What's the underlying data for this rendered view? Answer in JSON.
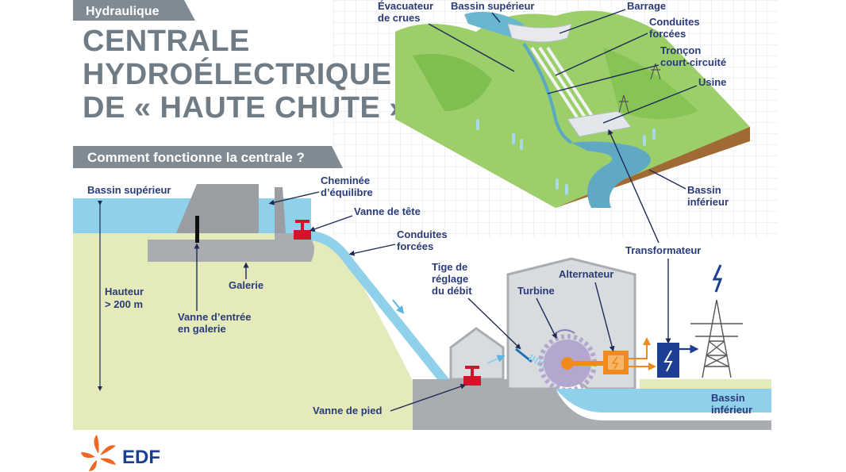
{
  "header": {
    "category": "Hydraulique",
    "title_lines": [
      "CENTRALE",
      "HYDROÉLECTRIQUE",
      "DE « HAUTE CHUTE »"
    ]
  },
  "section": {
    "title": "Comment fonctionne la centrale ?"
  },
  "landscape_labels": {
    "evacuateur": [
      "Évacuateur",
      "de crues"
    ],
    "bassin_superieur": "Bassin supérieur",
    "barrage": "Barrage",
    "conduites_forcees": [
      "Conduites",
      "forcées"
    ],
    "troncon": [
      "Tronçon",
      "court-circuité"
    ],
    "usine": "Usine",
    "bassin_inferieur": [
      "Bassin",
      "inférieur"
    ]
  },
  "schema_labels": {
    "bassin_superieur": "Bassin supérieur",
    "cheminee": [
      "Cheminée",
      "d’équilibre"
    ],
    "vanne_tete": "Vanne de tête",
    "conduites_forcees": [
      "Conduites",
      "forcées"
    ],
    "galerie": "Galerie",
    "hauteur": [
      "Hauteur",
      "> 200 m"
    ],
    "vanne_entree": [
      "Vanne d’entrée",
      "en galerie"
    ],
    "tige": [
      "Tige de",
      "réglage",
      "du débit"
    ],
    "turbine": "Turbine",
    "alternateur": "Alternateur",
    "transformateur": "Transformateur",
    "vanne_pied": "Vanne de pied",
    "bassin_inferieur": [
      "Bassin",
      "inférieur"
    ]
  },
  "logo": {
    "brand": "EDF"
  },
  "colors": {
    "navy": "#2a3b7a",
    "tab_gray": "#7f8a93",
    "water": "#8fd0ea",
    "grass": "#e4eab9",
    "concrete": "#a9adb1",
    "red_valve": "#d3132a",
    "orange": "#f08a1c",
    "edf_orange": "#f26522",
    "edf_blue": "#1c3f94"
  }
}
